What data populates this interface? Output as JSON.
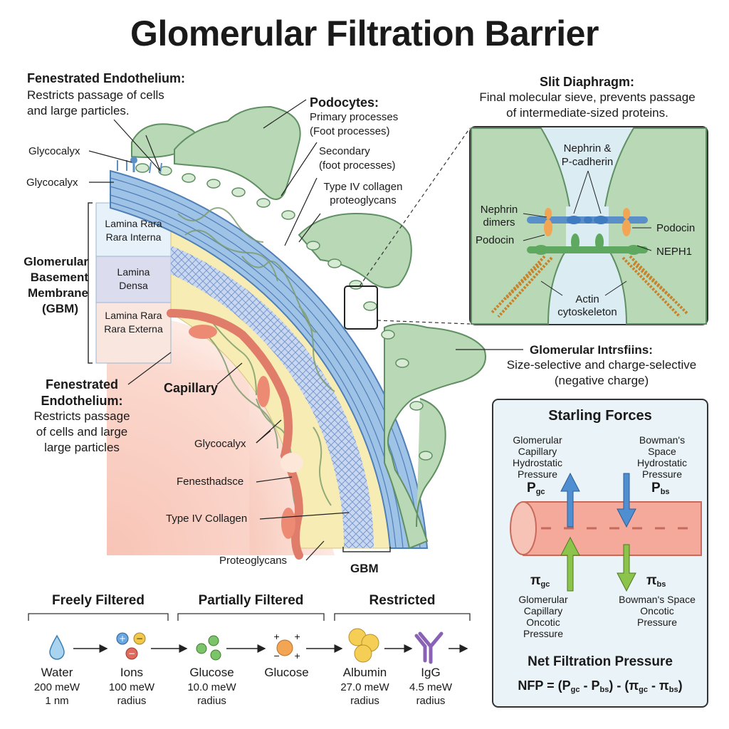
{
  "title": "Glomerular Filtration Barrier",
  "colors": {
    "podocyte": "#b8d8b6",
    "podocyte_stroke": "#5f8f62",
    "gbm_blue": "#6f9fd3",
    "gbm_yellow": "#f7ecb4",
    "capillary": "#f4b8a8",
    "box_bg": "#eaf3f8"
  },
  "endothelium_top": {
    "heading": "Fenestrated Endothelium:",
    "line1": "Restricts passage of cells",
    "line2": "and large particles."
  },
  "podocytes": {
    "heading": "Podocytes:",
    "line1": "Primary processes",
    "line2": "(Foot processes)"
  },
  "secondary": {
    "line1": "Secondary",
    "line2": "(foot processes)"
  },
  "collagen_top": {
    "line1": "Type IV collagen",
    "line2": "proteoglycans"
  },
  "glycocalyx_top": "Glycocalyx",
  "glycocalyx_mid": "Glycocalyx",
  "gbm_layers": {
    "rara_interna": [
      "Lamina Rara",
      "Rara Interna"
    ],
    "densa": [
      "Lamina",
      "Densa"
    ],
    "rara_externa": [
      "Lamina Rara",
      "Rara Externa"
    ],
    "label": [
      "Glomerular",
      "Basement",
      "Membrane",
      "(GBM)"
    ]
  },
  "endothelium_bottom": {
    "heading1": "Fenestrated",
    "heading2": "Endothelium:",
    "line1": "Restricts passage",
    "line2": "of cells and large",
    "line3": "large particles"
  },
  "capillary": "Capillary",
  "inner_labels": {
    "glycocalyx": "Glycocalyx",
    "fenestrae": "Fenesthadsce",
    "collagen": "Type IV Collagen",
    "proteoglycans": "Proteoglycans",
    "gbm": "GBM"
  },
  "slit": {
    "heading": "Slit Diaphragm:",
    "line1": "Final molecular sieve, prevents passage",
    "line2": "of intermediate-sized proteins.",
    "nephrin_cadherin": [
      "Nephrin &",
      "P-cadherin"
    ],
    "nephrin_dimers": [
      "Nephrin",
      "dimers"
    ],
    "podocin_left": "Podocin",
    "podocin_right": "Podocin",
    "neph1": "NEPH1",
    "actin": [
      "Actin",
      "cytoskeleton"
    ]
  },
  "glomerular": {
    "heading": "Glomerular Intrsfiins:",
    "line1": "Size-selective and charge-selective",
    "line2": "(negative charge)"
  },
  "starling": {
    "title": "Starling Forces",
    "gc_hydro": [
      "Glomerular",
      "Capillary",
      "Hydrostatic",
      "Pressure"
    ],
    "gc_symbol": "P",
    "gc_sub": "gc",
    "bs_hydro": [
      "Bowman's",
      "Space",
      "Hydrostatic",
      "Pressure"
    ],
    "bs_symbol": "P",
    "bs_sub": "bs",
    "pi_gc_symbol": "π",
    "pi_gc_sub": "gc",
    "pi_bs_symbol": "π",
    "pi_bs_sub": "bs",
    "gc_onc": [
      "Glomerular",
      "Capillary",
      "Oncotic",
      "Pressure"
    ],
    "bs_onc": [
      "Bowman's Space",
      "Oncotic",
      "Pressure"
    ],
    "nfp_title": "Net Filtration Pressure",
    "nfp_parts": [
      "NFP = (P",
      "gc",
      " - P",
      "bs",
      ") - (π",
      "gc",
      " - π",
      "bs",
      ")"
    ]
  },
  "categories": {
    "freely": "Freely Filtered",
    "partially": "Partially Filtered",
    "restricted": "Restricted"
  },
  "molecules": [
    {
      "name": "Water",
      "line2": "200 meW",
      "line3": "1 nm",
      "icon": "water-drop-icon"
    },
    {
      "name": "Ions",
      "line2": "100 meW",
      "line3": "radius",
      "icon": "ions-icon"
    },
    {
      "name": "Glucose",
      "line2": "10.0 meW",
      "line3": "radius",
      "icon": "glucose-icon"
    },
    {
      "name": "Glucose",
      "line2": "",
      "line3": "",
      "icon": "glucose-charged-icon"
    },
    {
      "name": "Albumin",
      "line2": "27.0 meW",
      "line3": "radius",
      "icon": "albumin-icon"
    },
    {
      "name": "IgG",
      "line2": "4.5 meW",
      "line3": "radius",
      "icon": "igg-icon"
    }
  ]
}
